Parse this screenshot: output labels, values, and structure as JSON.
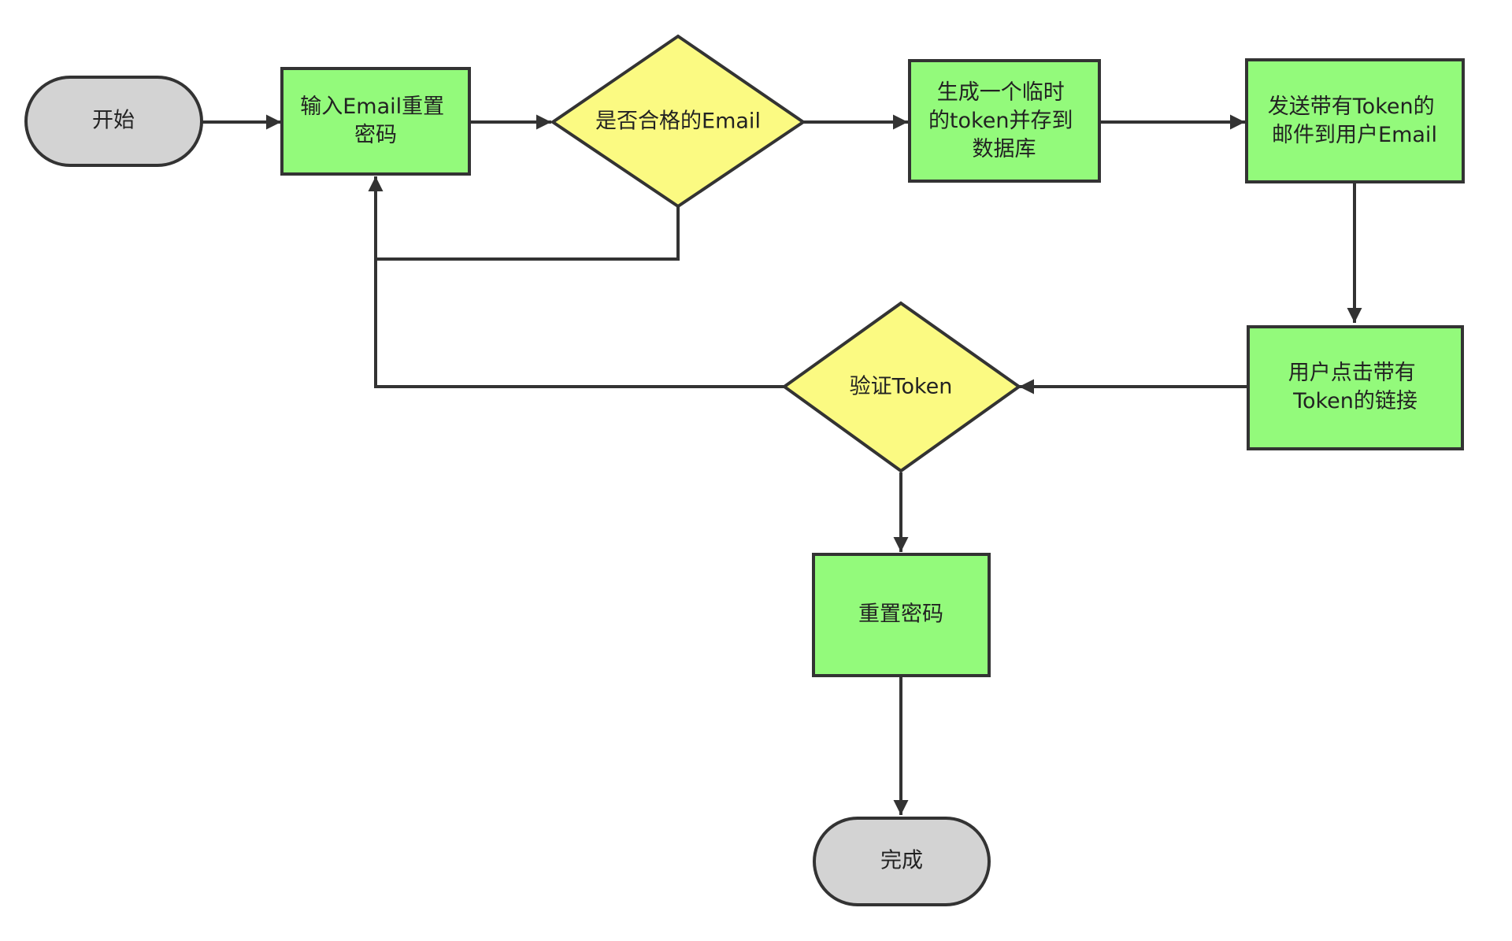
{
  "colors": {
    "terminal": "#d3d3d3",
    "process": "#93fa7b",
    "decision": "#fbfa82",
    "stroke": "#333333"
  },
  "nodes": {
    "start": {
      "label": "开始"
    },
    "input_email": {
      "lines": [
        "输入Email重置",
        "密码"
      ]
    },
    "check_email": {
      "label": "是否合格的Email"
    },
    "gen_token": {
      "lines": [
        "生成一个临时",
        "的token并存到",
        "数据库"
      ]
    },
    "send_mail": {
      "lines": [
        "发送带有Token的",
        "邮件到用户Email"
      ]
    },
    "user_click": {
      "lines": [
        "用户点击带有",
        "Token的链接"
      ]
    },
    "verify_token": {
      "label": "验证Token"
    },
    "reset_pwd": {
      "label": "重置密码"
    },
    "done": {
      "label": "完成"
    }
  }
}
